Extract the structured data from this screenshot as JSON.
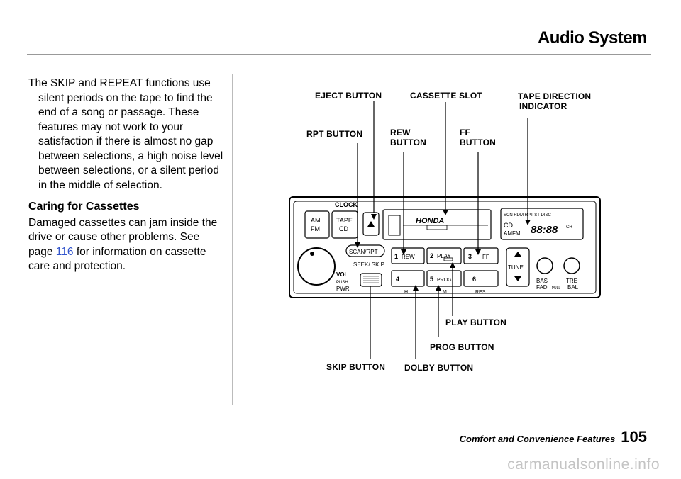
{
  "header": {
    "title": "Audio System"
  },
  "text": {
    "para1": "The SKIP and REPEAT functions use silent periods on the tape to find the end of a song or passage. These features may not work to your satisfaction if there is almost no gap between selections, a high noise level between selections, or a silent period in the middle of selection.",
    "caring_heading": "Caring for Cassettes",
    "caring_before_link": "Damaged cassettes can jam inside the drive or cause other problems. See page",
    "caring_link": "116",
    "caring_after_link": "for information on cassette care and protection."
  },
  "diagram": {
    "callouts": {
      "eject": "EJECT BUTTON",
      "slot": "CASSETTE SLOT",
      "tape_dir_1": "TAPE DIRECTION",
      "tape_dir_2": "INDICATOR",
      "rpt": "RPT BUTTON",
      "rew_1": "REW",
      "rew_2": "BUTTON",
      "ff_1": "FF",
      "ff_2": "BUTTON",
      "play": "PLAY BUTTON",
      "prog": "PROG BUTTON",
      "skip": "SKIP BUTTON",
      "dolby": "DOLBY BUTTON"
    },
    "panel": {
      "clock": "CLOCK",
      "am": "AM",
      "fm": "FM",
      "tape": "TAPE",
      "cd": "CD",
      "brand": "HONDA",
      "scan_rpt": "SCAN/RPT",
      "seek_skip": "SEEK/ SKIP",
      "vol": "VOL",
      "push": "PUSH",
      "pwr": "PWR",
      "p1_num": "1",
      "p1_label": "REW",
      "p2_num": "2",
      "p2_label": "PLAY",
      "p3_num": "3",
      "p3_label": "FF",
      "p4_num": "4",
      "p5_num": "5",
      "p5_label": "PROG",
      "p6_num": "6",
      "tune": "TUNE",
      "h": "H",
      "m": "M",
      "res": "RES",
      "disp_top": "SCN RDM RPT ST DISC",
      "disp_cd": "CD",
      "disp_amfm": "AMFM",
      "disp_digits": "88:88",
      "disp_ch": "CH",
      "bas": "BAS",
      "tre": "TRE",
      "fad": "FAD",
      "pull": "-PULL-",
      "bal": "BAL"
    }
  },
  "footer": {
    "label": "Comfort and Convenience Features",
    "page": "105"
  },
  "watermark": "carmanualsonline.info"
}
